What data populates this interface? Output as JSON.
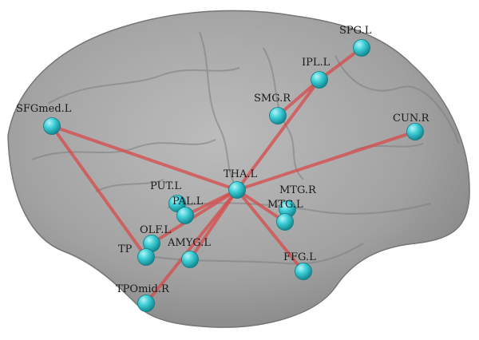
{
  "diagram": {
    "colors": {
      "brain_fill": "#9a9a9a",
      "brain_edge": "#6e6e6e",
      "node": "#39c6cf",
      "edge": "#d84a4a",
      "label": "#1a1a1a"
    },
    "nodes": [
      {
        "id": "SPG.L",
        "label": "SPG.L"
      },
      {
        "id": "IPL.L",
        "label": "IPL.L"
      },
      {
        "id": "SMG.R",
        "label": "SMG.R"
      },
      {
        "id": "CUN.R",
        "label": "CUN.R"
      },
      {
        "id": "SFGmed.L",
        "label": "SFGmed.L"
      },
      {
        "id": "THA.L",
        "label": "THA.L"
      },
      {
        "id": "PUT.L",
        "label": "PUT.L"
      },
      {
        "id": "PAL.L",
        "label": "PAL.L"
      },
      {
        "id": "MTG.R",
        "label": "MTG.R"
      },
      {
        "id": "MTG.L",
        "label": "MTG.L"
      },
      {
        "id": "OLF.L",
        "label": "OLF.L"
      },
      {
        "id": "TP",
        "label": "TP"
      },
      {
        "id": "AMYG.L",
        "label": "AMYG.L"
      },
      {
        "id": "FFG.L",
        "label": "FFG.L"
      },
      {
        "id": "TPOmid.R",
        "label": "TPOmid.R"
      }
    ],
    "edges": [
      [
        "SPG.L",
        "IPL.L"
      ],
      [
        "IPL.L",
        "THA.L"
      ],
      [
        "IPL.L",
        "SMG.R"
      ],
      [
        "CUN.R",
        "THA.L"
      ],
      [
        "SFGmed.L",
        "THA.L"
      ],
      [
        "SFGmed.L",
        "TP"
      ],
      [
        "THA.L",
        "OLF.L"
      ],
      [
        "THA.L",
        "AMYG.L"
      ],
      [
        "THA.L",
        "MTG.L"
      ],
      [
        "THA.L",
        "FFG.L"
      ],
      [
        "THA.L",
        "TPOmid.R"
      ],
      [
        "THA.L",
        "PAL.L"
      ]
    ]
  }
}
